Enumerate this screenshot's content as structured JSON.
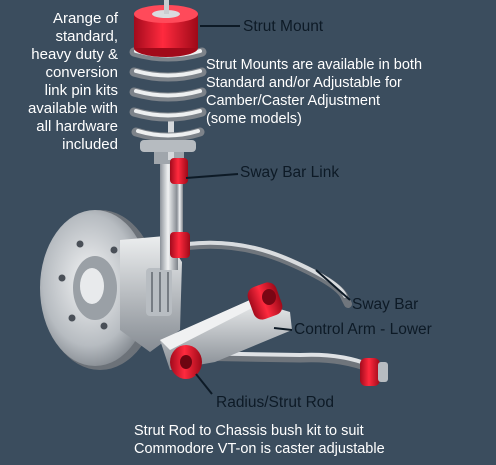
{
  "side_note": "Arange of\nstandard,\nheavy duty &\nconversion\nlink pin kits\navailable with\nall hardware\nincluded",
  "labels": {
    "strut_mount": "Strut Mount",
    "sway_bar_link": "Sway Bar Link",
    "sway_bar": "Sway Bar",
    "control_arm_lower": "Control Arm - Lower",
    "radius_strut_rod": "Radius/Strut Rod"
  },
  "notes": {
    "strut_mount_note": "Strut Mounts are available in both\nStandard and/or Adjustable for\nCamber/Caster Adjustment\n(some models)",
    "strut_rod_note": "Strut Rod to Chassis bush kit to suit\nCommodore VT-on is caster adjustable"
  },
  "colors": {
    "background": "#3b4d5e",
    "bush_red": "#e8102a",
    "metal": "#c9ccd0",
    "text_light": "#ffffff",
    "text_dark": "#0d1a26"
  }
}
